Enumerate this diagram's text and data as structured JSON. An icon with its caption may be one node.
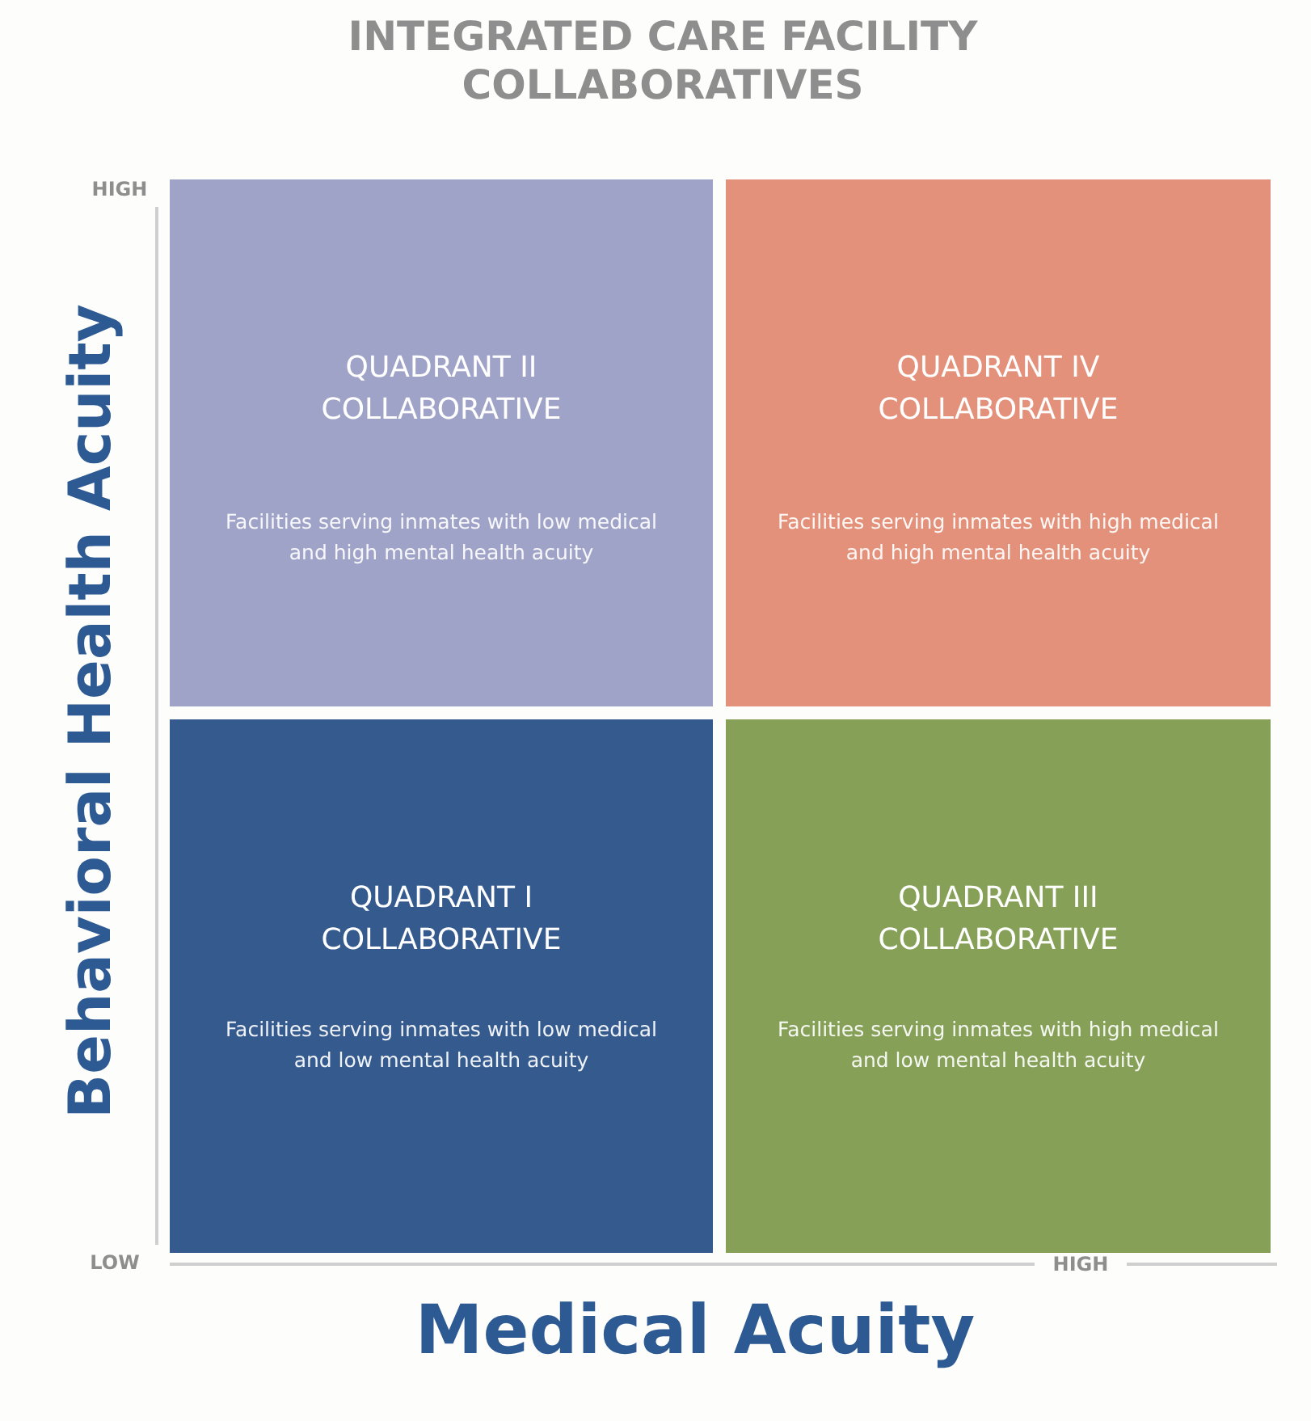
{
  "diagram": {
    "title": "INTEGRATED CARE FACILITY COLLABORATIVES",
    "nodes": [
      {
        "text": [
          "QUADRANT II COLLABORATIVE",
          "Facilities serving inmates with low medical and high mental health acuity"
        ]
      },
      {
        "text": [
          "QUADRANT IV COLLABORATIVE",
          "Facilities serving inmates with high medical and high mental health acuity"
        ]
      },
      {
        "text": [
          "QUADRANT I COLLABORATIVE",
          "Facilities serving inmates with low medical and low mental health acuity"
        ]
      },
      {
        "text": [
          "QUADRANT III COLLABORATIVE",
          "Facilities serving inmates with high medical and low mental health acuity"
        ]
      }
    ],
    "edges": [],
    "labels": [
      "HIGH",
      "Behavioral Health Acuity",
      "LOW",
      "HIGH",
      "Medical Acuity"
    ]
  }
}
